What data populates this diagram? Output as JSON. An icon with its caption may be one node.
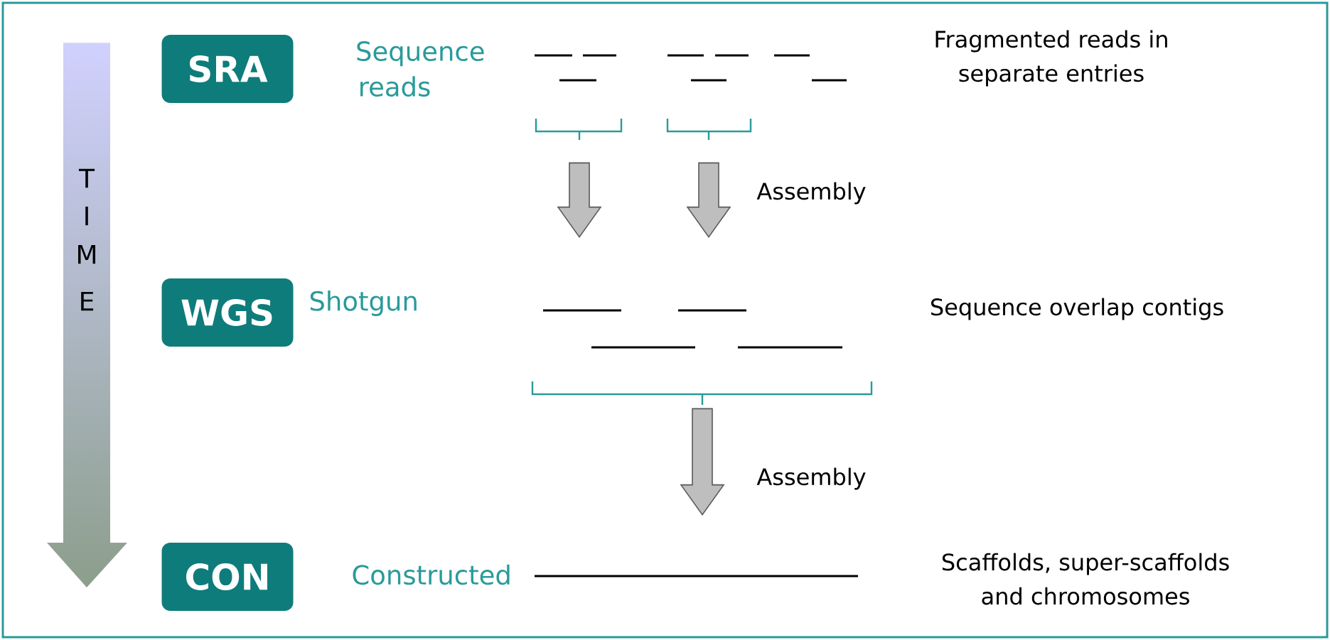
{
  "diagram": {
    "nodes": [
      {
        "text": [
          "SRA"
        ]
      },
      {
        "text": [
          "WGS"
        ]
      },
      {
        "text": [
          "CON"
        ]
      },
      {
        "text": [],
        "shape": "bar"
      },
      {
        "text": [],
        "shape": "bar",
        "beside": [
          "Fragmented reads in separate entries"
        ]
      },
      {
        "text": [],
        "shape": "bar",
        "beside": [
          "Sequence overlap contigs"
        ]
      },
      {
        "text": [],
        "shape": "bar",
        "beside": [
          "Scaffolds, super-scaffolds and chromosomes"
        ]
      }
    ],
    "edges": [
      {
        "from": 3,
        "to": 5,
        "arrow": "to"
      },
      {
        "from": 4,
        "to": 5,
        "arrow": "to",
        "label": "Assembly"
      },
      {
        "from": 5,
        "to": 6,
        "arrow": "to",
        "label": "Assembly"
      }
    ],
    "labels": [
      "Sequence reads",
      "T",
      "I",
      "M",
      "E",
      "Shotgun",
      "Constructed"
    ]
  }
}
